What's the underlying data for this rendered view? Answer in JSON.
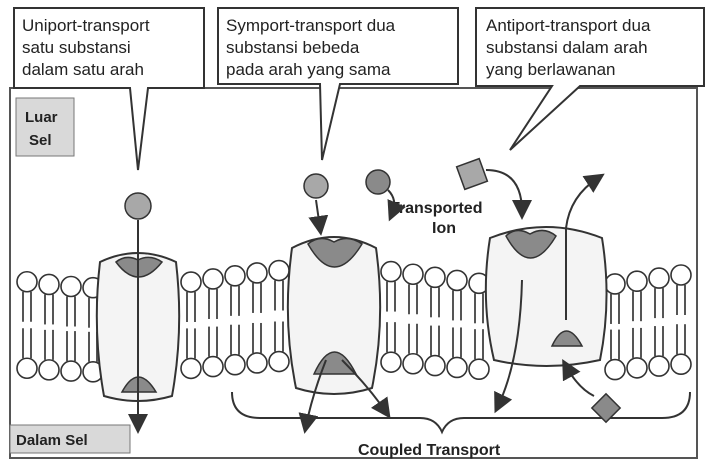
{
  "callouts": {
    "uniport": {
      "lines": [
        "Uniport-transport",
        "satu substansi",
        "dalam satu arah"
      ]
    },
    "symport": {
      "lines": [
        "Symport-transport dua",
        "substansi bebeda",
        "pada arah yang sama"
      ]
    },
    "antiport": {
      "lines": [
        "Antiport-transport dua",
        "substansi dalam arah",
        "yang berlawanan"
      ]
    }
  },
  "labels": {
    "outside": [
      "Luar",
      "Sel"
    ],
    "inside": "Dalam Sel",
    "transported_ion": [
      "Transported",
      "Ion"
    ],
    "coupled": "Coupled Transport"
  },
  "colors": {
    "line": "#333333",
    "protein_fill": "#f4f4f4",
    "channel_fill": "#8a8a8a",
    "molecule_fill": "#a8a8a8",
    "label_box": "#d9d9d9"
  }
}
